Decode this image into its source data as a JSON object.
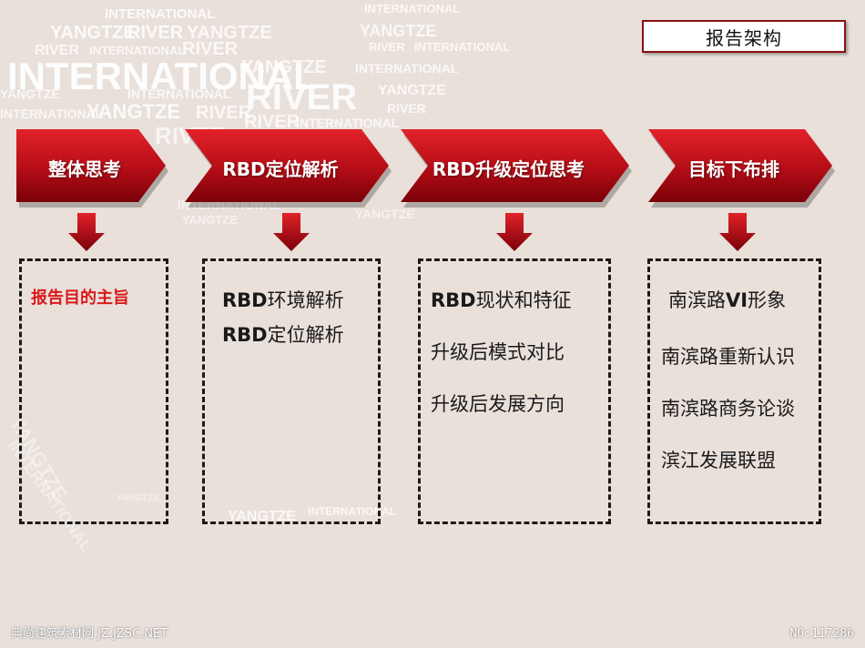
{
  "watermark": {
    "words": [
      "INTERNATIONAL",
      "YANGTZE",
      "RIVER"
    ]
  },
  "header": {
    "title": "报告架构"
  },
  "steps": [
    {
      "label": "整体思考"
    },
    {
      "label": "RBD定位解析"
    },
    {
      "label": "RBD升级定位思考"
    },
    {
      "label": "目标下布排"
    }
  ],
  "boxes": [
    {
      "items": [
        "报告目的主旨"
      ]
    },
    {
      "items": [
        "RBD环境解析",
        "RBD定位解析"
      ]
    },
    {
      "items": [
        "RBD现状和特征",
        "升级后模式对比",
        "升级后发展方向"
      ]
    },
    {
      "items": [
        "南滨路VI形象",
        "南滨路重新认识",
        "南滨路商务论谈",
        "滨江发展联盟"
      ]
    }
  ],
  "footer": {
    "left": "典尚建筑素材网 JZ.JZSC.NET",
    "right": "NO:117286"
  },
  "colors": {
    "background": "#e9e0da",
    "arrow_top": "#e2222a",
    "arrow_bottom": "#7a0008",
    "highlight_text": "#d91a1a"
  }
}
